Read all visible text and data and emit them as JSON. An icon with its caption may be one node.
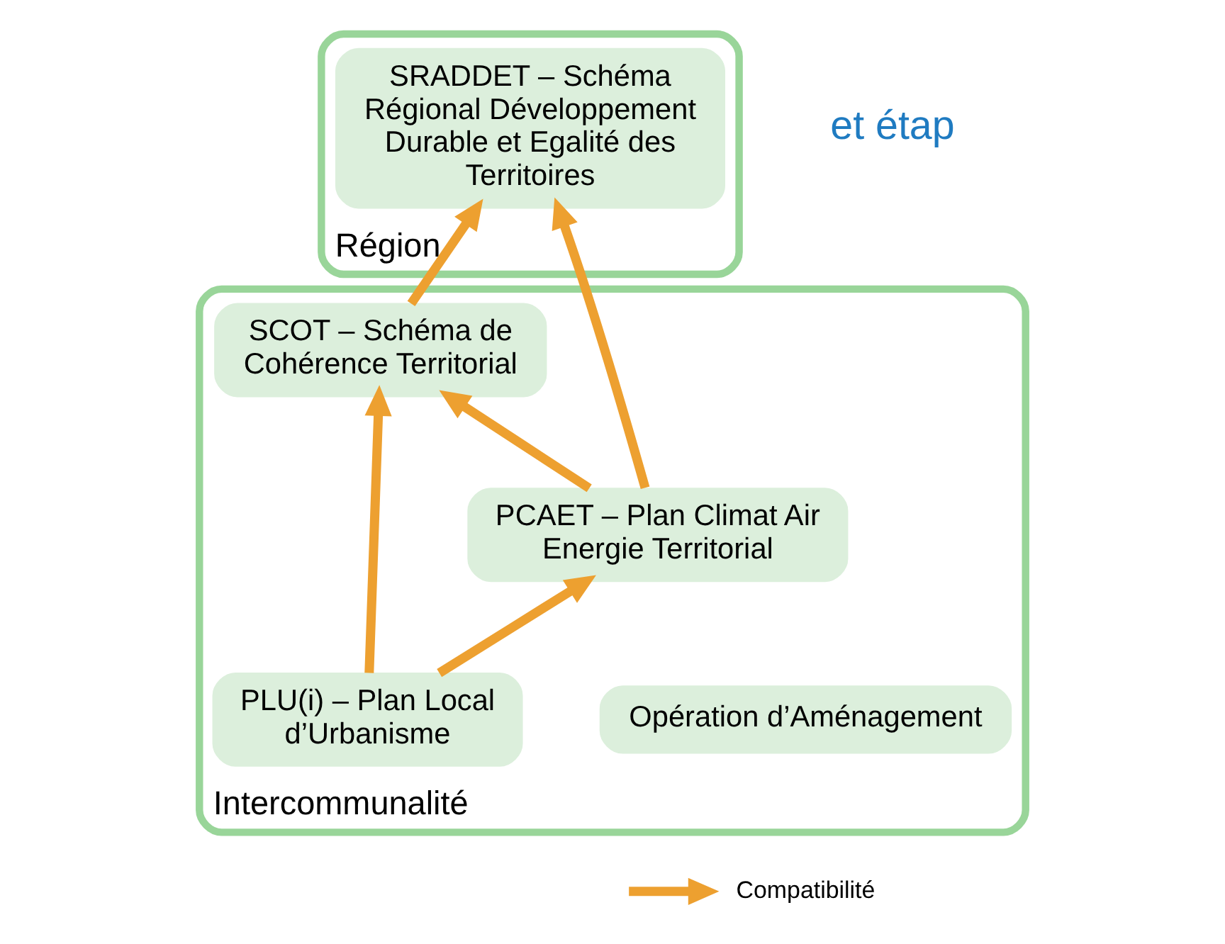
{
  "diagram": {
    "nodes": [
      {
        "text": [
          "Région"
        ]
      },
      {
        "text": [
          "SRADDET – Schéma Régional Développement Durable et Egalité des Territoires"
        ],
        "in": 0
      },
      {
        "text": [
          "Intercommunalité"
        ]
      },
      {
        "text": [
          "PCAET – Plan Climat Air Energie Territorial"
        ],
        "in": 2
      },
      {
        "text": [
          "SCOT – Schéma de Cohérence Territorial"
        ],
        "in": 2
      },
      {
        "text": [
          "PLU(i) – Plan Local d’Urbanisme"
        ],
        "in": 2
      },
      {
        "text": [
          "Opération d’Aménagement"
        ],
        "in": 2
      }
    ],
    "edges": [
      {
        "from": 3,
        "to": 1,
        "arrow": "to"
      },
      {
        "from": 3,
        "to": 4,
        "arrow": "to"
      },
      {
        "from": 4,
        "to": 1,
        "arrow": "to"
      },
      {
        "from": 5,
        "to": 4,
        "arrow": "to"
      },
      {
        "from": 5,
        "to": 3,
        "arrow": "to"
      }
    ],
    "labels": [
      "et étap"
    ],
    "legend": [
      {
        "text": "Compatibilité"
      }
    ]
  }
}
